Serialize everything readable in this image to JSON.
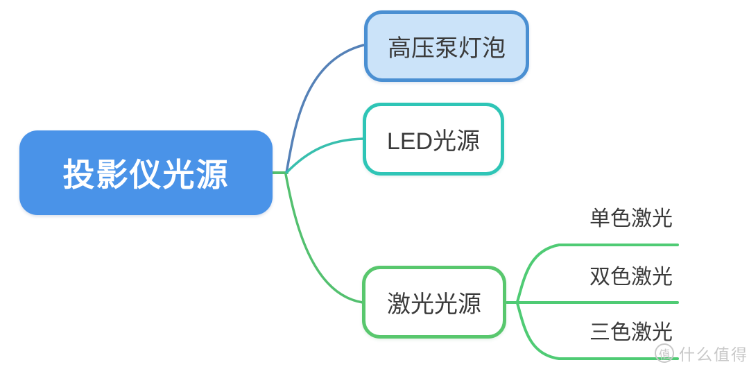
{
  "mindmap": {
    "root": {
      "label": "投影仪光源"
    },
    "children": [
      {
        "id": "hp-bulb",
        "label": "高压泵灯泡",
        "node_style": "light-blue-filled"
      },
      {
        "id": "led",
        "label": "LED光源",
        "node_style": "teal-outline"
      },
      {
        "id": "laser",
        "label": "激光光源",
        "node_style": "green-outline",
        "children": [
          {
            "label": "单色激光"
          },
          {
            "label": "双色激光"
          },
          {
            "label": "三色激光"
          }
        ]
      }
    ]
  },
  "colors": {
    "root_fill": "#4a93e8",
    "root_text": "#ffffff",
    "hp_node_fill": "#cbe3f9",
    "hp_node_border": "#4a8fd2",
    "led_node_border": "#2ec5b6",
    "laser_node_border": "#58c76d",
    "connector_blue": "#5581b7",
    "connector_teal": "#38bfae",
    "connector_green": "#53c06f",
    "leaf_underline_green": "#4fcb74",
    "node_text": "#3a3a3a",
    "watermark_gray": "#c8c8c8"
  },
  "watermark": {
    "badge": "值",
    "text": "什么值得买"
  }
}
